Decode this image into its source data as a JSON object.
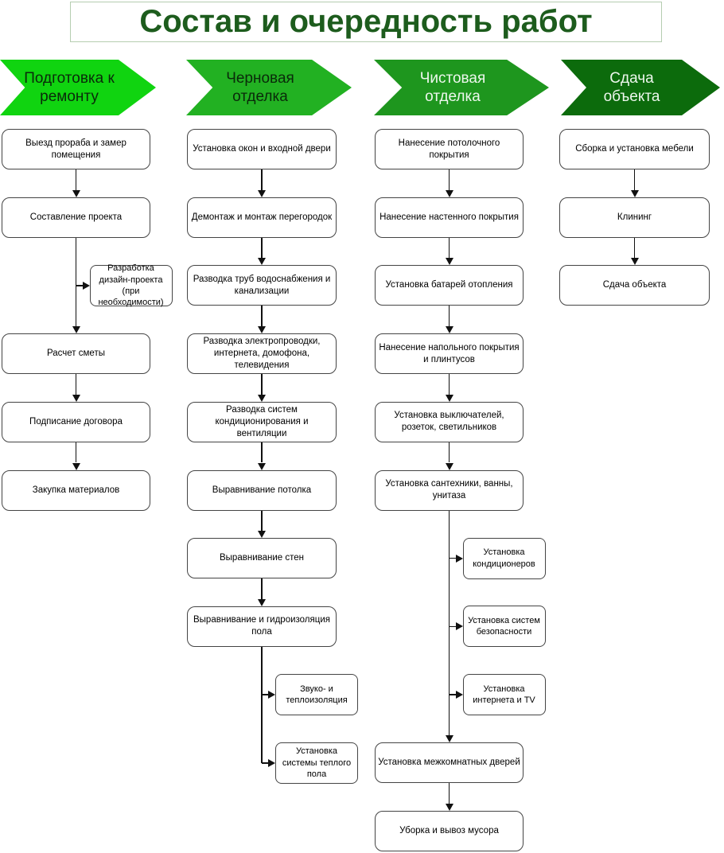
{
  "title": "Состав и очередность работ",
  "colors": {
    "title_text": "#1d5c1d",
    "title_border": "#b5cdb0",
    "phase1": "#10d410",
    "phase2": "#22b122",
    "phase3": "#1e961e",
    "phase4": "#0c6b0c",
    "dark_label": "#0a2a0a",
    "light_label": "#edf7ed",
    "node_border": "#444444",
    "connector": "#111111"
  },
  "phases": [
    {
      "label": "Подготовка к\nремонту",
      "color": "#10d410",
      "text_color": "#0a2a0a"
    },
    {
      "label": "Черновая\nотделка",
      "color": "#22b122",
      "text_color": "#0a2a0a"
    },
    {
      "label": "Чистовая\nотделка",
      "color": "#1e961e",
      "text_color": "#edf7ed"
    },
    {
      "label": "Сдача\nобъекта",
      "color": "#0c6b0c",
      "text_color": "#edf7ed"
    }
  ],
  "columns": [
    {
      "phase": "Подготовка к ремонту",
      "nodes": [
        {
          "label": "Выезд прораба и замер помещения",
          "row": 0
        },
        {
          "label": "Составление проекта",
          "row": 1
        },
        {
          "label": "Разработка дизайн-проекта (при необходимости)",
          "row": 2,
          "side": true
        },
        {
          "label": "Расчет сметы",
          "row": 3
        },
        {
          "label": "Подписание договора",
          "row": 4
        },
        {
          "label": "Закупка материалов",
          "row": 5
        }
      ]
    },
    {
      "phase": "Черновая отделка",
      "nodes": [
        {
          "label": "Установка окон и входной двери",
          "row": 0
        },
        {
          "label": "Демонтаж и монтаж перегородок",
          "row": 1
        },
        {
          "label": "Разводка труб водоснабжения и канализации",
          "row": 2
        },
        {
          "label": "Разводка электропроводки, интернета, домофона, телевидения",
          "row": 3
        },
        {
          "label": "Разводка систем кондиционирования и вентиляции",
          "row": 4
        },
        {
          "label": "Выравнивание потолка",
          "row": 5
        },
        {
          "label": "Выравнивание стен",
          "row": 6
        },
        {
          "label": "Выравнивание и гидроизоляция пола",
          "row": 7
        },
        {
          "label": "Звуко- и теплоизоляция",
          "row": 8,
          "side": true
        },
        {
          "label": "Установка системы теплого пола",
          "row": 9,
          "side": true
        }
      ]
    },
    {
      "phase": "Чистовая отделка",
      "nodes": [
        {
          "label": "Нанесение потолочного покрытия",
          "row": 0
        },
        {
          "label": "Нанесение настенного покрытия",
          "row": 1
        },
        {
          "label": "Установка батарей отопления",
          "row": 2
        },
        {
          "label": "Нанесение напольного покрытия и плинтусов",
          "row": 3
        },
        {
          "label": "Установка выключателей, розеток, светильников",
          "row": 4
        },
        {
          "label": "Установка сантехники, ванны, унитаза",
          "row": 5
        },
        {
          "label": "Установка кондиционеров",
          "row": 6,
          "side": true
        },
        {
          "label": "Установка систем безопасности",
          "row": 7,
          "side": true
        },
        {
          "label": "Установка интернета и TV",
          "row": 8,
          "side": true
        },
        {
          "label": "Установка межкомнатных дверей",
          "row": 9
        },
        {
          "label": "Уборка и вывоз мусора",
          "row": 10
        }
      ]
    },
    {
      "phase": "Сдача объекта",
      "nodes": [
        {
          "label": "Сборка и установка мебели",
          "row": 0
        },
        {
          "label": "Клининг",
          "row": 1
        },
        {
          "label": "Сдача объекта",
          "row": 2
        }
      ]
    }
  ]
}
